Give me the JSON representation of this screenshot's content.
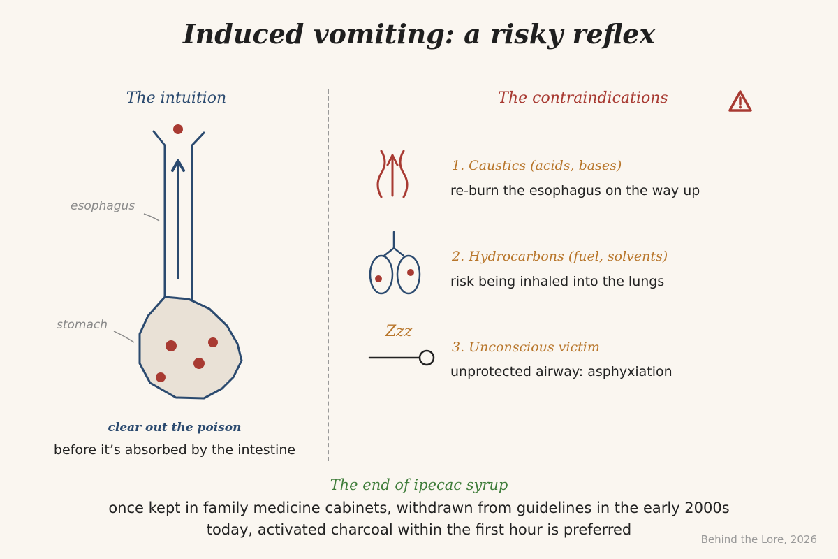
{
  "title": "Induced vomiting: a risky reflex",
  "left": {
    "heading": "The intuition",
    "labels": {
      "esophagus": "esophagus",
      "stomach": "stomach"
    },
    "caption_title": "clear out the poison",
    "caption_text": "before it’s absorbed by the intestine"
  },
  "right": {
    "heading": "The contraindications",
    "items": [
      {
        "title": "1. Caustics (acids, bases)",
        "text": "re-burn the esophagus on the way up",
        "icon": "caustic-waves-icon"
      },
      {
        "title": "2. Hydrocarbons (fuel, solvents)",
        "text": "risk being inhaled into the lungs",
        "icon": "lungs-icon"
      },
      {
        "title": "3. Unconscious victim",
        "text": "unprotected airway: asphyxiation",
        "icon": "unconscious-person-icon"
      }
    ],
    "zzz": "Zzz"
  },
  "bottom": {
    "title": "The end of ipecac syrup",
    "lines": [
      "once kept in family medicine cabinets, withdrawn from guidelines in the early 2000s",
      "today, activated charcoal within the first hour is preferred"
    ]
  },
  "credit": "Behind the Lore, 2026",
  "colors": {
    "blue": "#2b4a6f",
    "red": "#a83a32",
    "orange": "#b8762b",
    "green": "#3f7d3a",
    "background": "#faf6f0"
  }
}
